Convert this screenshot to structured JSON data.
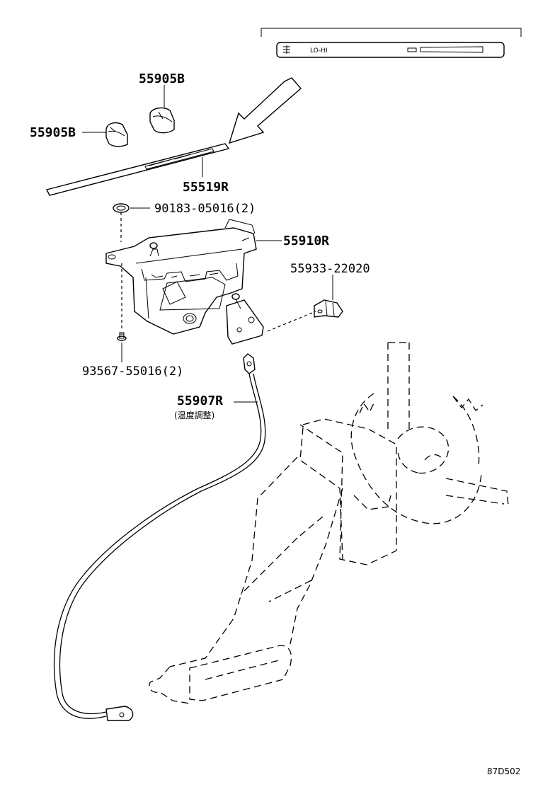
{
  "panel": {
    "label": "LO-HI"
  },
  "labels": {
    "knob_left": "55905B",
    "knob_top": "55905B",
    "panel_strip": "55519R",
    "clip": "90183-05016(2)",
    "bracket": "55910R",
    "switch": "55933-22020",
    "screw": "93567-55016(2)",
    "cable": "55907R",
    "cable_note": "(温度調整)"
  },
  "figure_code": "87D502"
}
